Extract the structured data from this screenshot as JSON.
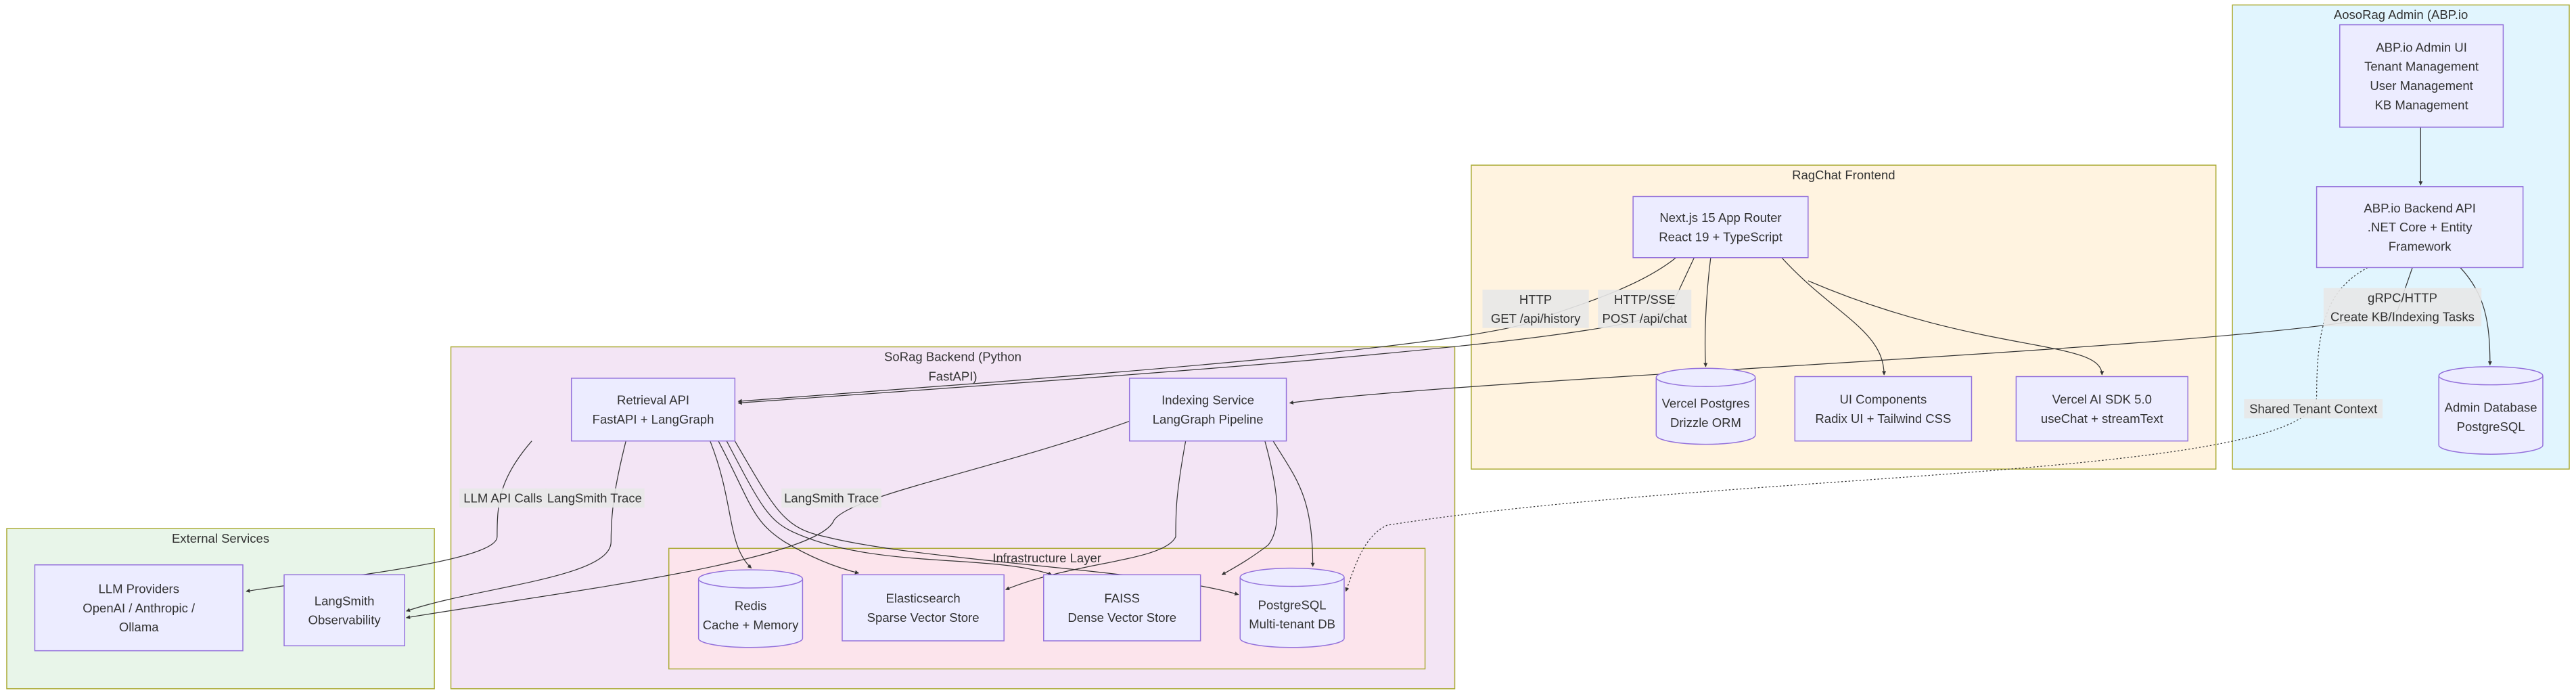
{
  "colors": {
    "node_fill": "#ECECFF",
    "node_stroke": "#9370DB",
    "cluster_stroke": "#aaaa33",
    "edge": "#333333",
    "edge_label_bg": "#e8e8e8"
  },
  "clusters": [
    {
      "id": "external",
      "title": [
        "External Services"
      ],
      "fill": "#e8f5e9"
    },
    {
      "id": "backend",
      "title": [
        "SoRag Backend (Python",
        "FastAPI)"
      ],
      "fill": "#f3e5f5"
    },
    {
      "id": "infra",
      "title": [
        "Infrastructure Layer"
      ],
      "fill": "#fce4ec"
    },
    {
      "id": "frontend",
      "title": [
        "RagChat Frontend"
      ],
      "fill": "#fff3e0"
    },
    {
      "id": "admin",
      "title": [
        "AosoRag Admin (ABP.io"
      ],
      "fill": "#e1f5fe"
    }
  ],
  "nodes": [
    {
      "id": "nextjs",
      "shape": "rect",
      "lines": [
        "Next.js 15 App Router",
        "React 19 + TypeScript"
      ]
    },
    {
      "id": "vercel-postgres",
      "shape": "cylinder",
      "lines": [
        "Vercel Postgres",
        "Drizzle ORM"
      ]
    },
    {
      "id": "ui-components",
      "shape": "rect",
      "lines": [
        "UI Components",
        "Radix UI + Tailwind CSS"
      ]
    },
    {
      "id": "ai-sdk",
      "shape": "rect",
      "lines": [
        "Vercel AI SDK 5.0",
        "useChat + streamText"
      ]
    },
    {
      "id": "admin-ui",
      "shape": "rect",
      "lines": [
        "ABP.io Admin UI",
        "Tenant Management",
        "User Management",
        "KB Management"
      ]
    },
    {
      "id": "admin-api",
      "shape": "rect",
      "lines": [
        "ABP.io Backend API",
        ".NET Core + Entity",
        "Framework"
      ]
    },
    {
      "id": "admin-db",
      "shape": "cylinder",
      "lines": [
        "Admin Database",
        "PostgreSQL"
      ]
    },
    {
      "id": "retrieval",
      "shape": "rect",
      "lines": [
        "Retrieval API",
        "FastAPI + LangGraph"
      ]
    },
    {
      "id": "indexing",
      "shape": "rect",
      "lines": [
        "Indexing Service",
        "LangGraph Pipeline"
      ]
    },
    {
      "id": "redis",
      "shape": "cylinder",
      "lines": [
        "Redis",
        "Cache + Memory"
      ]
    },
    {
      "id": "elasticsearch",
      "shape": "rect",
      "lines": [
        "Elasticsearch",
        "Sparse Vector Store"
      ]
    },
    {
      "id": "faiss",
      "shape": "rect",
      "lines": [
        "FAISS",
        "Dense Vector Store"
      ]
    },
    {
      "id": "postgresql",
      "shape": "cylinder",
      "lines": [
        "PostgreSQL",
        "Multi-tenant DB"
      ]
    },
    {
      "id": "llm",
      "shape": "rect",
      "lines": [
        "LLM Providers",
        "OpenAI / Anthropic /",
        "Ollama"
      ]
    },
    {
      "id": "langsmith",
      "shape": "rect",
      "lines": [
        "LangSmith",
        "Observability"
      ]
    }
  ],
  "edges": [
    {
      "from": "nextjs",
      "to": "retrieval",
      "label": [
        "HTTP",
        "GET /api/history"
      ],
      "style": "solid"
    },
    {
      "from": "nextjs",
      "to": "retrieval",
      "label": [
        "HTTP/SSE",
        "POST /api/chat"
      ],
      "style": "solid"
    },
    {
      "from": "nextjs",
      "to": "vercel-postgres",
      "label": [],
      "style": "solid"
    },
    {
      "from": "nextjs",
      "to": "ui-components",
      "label": [],
      "style": "solid"
    },
    {
      "from": "nextjs",
      "to": "ai-sdk",
      "label": [],
      "style": "solid"
    },
    {
      "from": "admin-ui",
      "to": "admin-api",
      "label": [],
      "style": "solid"
    },
    {
      "from": "admin-api",
      "to": "indexing",
      "label": [
        "gRPC/HTTP",
        "Create KB/Indexing Tasks"
      ],
      "style": "solid"
    },
    {
      "from": "admin-api",
      "to": "admin-db",
      "label": [],
      "style": "solid"
    },
    {
      "from": "admin-api",
      "to": "postgresql",
      "label": [
        "Shared Tenant Context"
      ],
      "style": "dotted"
    },
    {
      "from": "retrieval",
      "to": "llm",
      "label": [
        "LLM API Calls"
      ],
      "style": "solid"
    },
    {
      "from": "retrieval",
      "to": "langsmith",
      "label": [
        "LangSmith Trace"
      ],
      "style": "solid"
    },
    {
      "from": "indexing",
      "to": "langsmith",
      "label": [
        "LangSmith Trace"
      ],
      "style": "solid"
    },
    {
      "from": "retrieval",
      "to": "redis",
      "label": [],
      "style": "solid"
    },
    {
      "from": "retrieval",
      "to": "elasticsearch",
      "label": [],
      "style": "solid"
    },
    {
      "from": "retrieval",
      "to": "faiss",
      "label": [],
      "style": "solid"
    },
    {
      "from": "retrieval",
      "to": "postgresql",
      "label": [],
      "style": "solid"
    },
    {
      "from": "indexing",
      "to": "elasticsearch",
      "label": [],
      "style": "solid"
    },
    {
      "from": "indexing",
      "to": "faiss",
      "label": [],
      "style": "solid"
    },
    {
      "from": "indexing",
      "to": "postgresql",
      "label": [],
      "style": "solid"
    }
  ]
}
